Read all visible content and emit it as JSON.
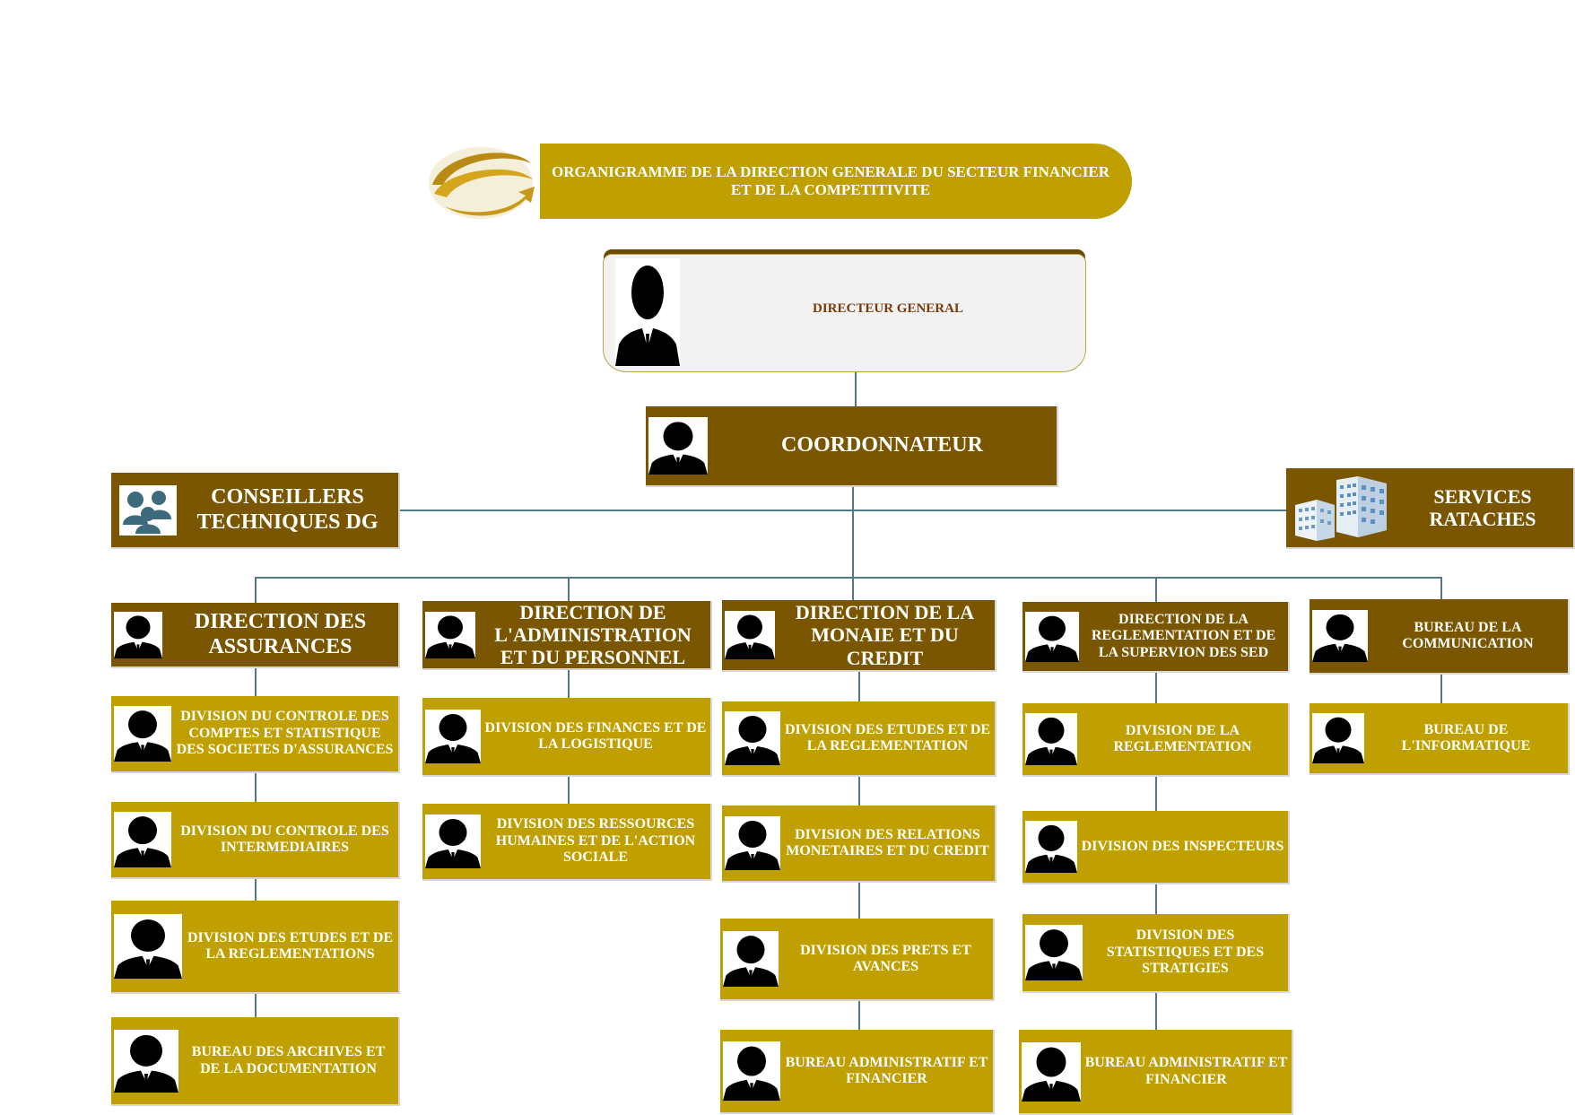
{
  "title": "ORGANIGRAMME DE LA DIRECTION GENERALE DU SECTEUR FINANCIER\nET DE LA COMPETITIVITE",
  "directeur_general": "DIRECTEUR GENERAL",
  "coordonnateur": "COORDONNATEUR",
  "conseillers": "CONSEILLERS TECHNIQUES DG",
  "services": "SERVICES RATACHES",
  "directions": [
    {
      "label": "DIRECTION DES ASSURANCES",
      "children": [
        "DIVISION DU CONTROLE DES COMPTES ET STATISTIQUE DES SOCIETES D'ASSURANCES",
        "DIVISION DU CONTROLE DES INTERMEDIAIRES",
        "DIVISION DES ETUDES ET DE LA REGLEMENTATIONS",
        "BUREAU  DES ARCHIVES ET DE LA DOCUMENTATION"
      ]
    },
    {
      "label": "DIRECTION DE L'ADMINISTRATION ET DU PERSONNEL",
      "children": [
        "DIVISION DES FINANCES ET DE LA LOGISTIQUE",
        "DIVISION DES RESSOURCES HUMAINES ET DE L'ACTION SOCIALE"
      ]
    },
    {
      "label": "DIRECTION DE LA MONAIE ET DU CREDIT",
      "children": [
        "DIVISION DES ETUDES ET DE LA REGLEMENTATION",
        "DIVISION DES RELATIONS MONETAIRES ET DU CREDIT",
        "DIVISION DES PRETS ET AVANCES",
        "BUREAU ADMINISTRATIF ET FINANCIER"
      ]
    },
    {
      "label": "DIRECTION DE LA REGLEMENTATION ET DE LA SUPERVION DES SED",
      "children": [
        "DIVISION DE LA REGLEMENTATION",
        "DIVISION DES INSPECTEURS",
        "DIVISION DES STATISTIQUES ET DES STRATIGIES",
        "BUREAU ADMINISTRATIF ET FINANCIER"
      ]
    },
    {
      "label": "BUREAU DE LA COMMUNICATION",
      "children": [
        "BUREAU DE L'INFORMATIQUE"
      ]
    }
  ],
  "colors": {
    "gold": "#c09f00",
    "brown": "#7a5600",
    "connector": "#4e7a8c",
    "dg_text": "#7a3a0a"
  },
  "icons": [
    "person-silhouette-icon",
    "group-icon",
    "buildings-icon",
    "logo-swoosh-icon"
  ]
}
